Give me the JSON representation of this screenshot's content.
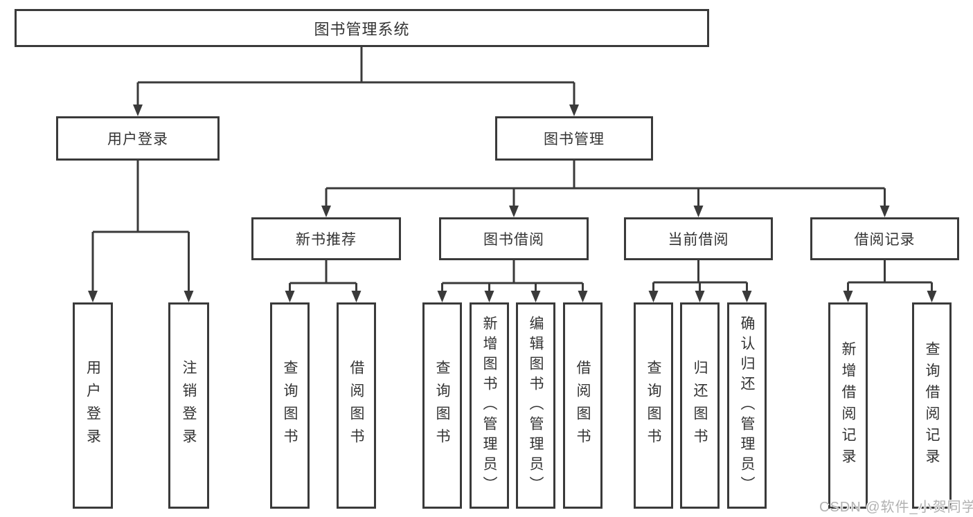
{
  "tree": {
    "root": {
      "label": "图书管理系统"
    },
    "level2": [
      {
        "label": "用户登录",
        "children": [
          {
            "label": "用户登录"
          },
          {
            "label": "注销登录"
          }
        ]
      },
      {
        "label": "图书管理",
        "children": [
          {
            "label": "新书推荐",
            "children": [
              {
                "label": "查询图书"
              },
              {
                "label": "借阅图书"
              }
            ]
          },
          {
            "label": "图书借阅",
            "children": [
              {
                "label": "查询图书"
              },
              {
                "label": "新增图书（管理员）"
              },
              {
                "label": "编辑图书（管理员）"
              },
              {
                "label": "借阅图书"
              }
            ]
          },
          {
            "label": "当前借阅",
            "children": [
              {
                "label": "查询图书"
              },
              {
                "label": "归还图书"
              },
              {
                "label": "确认归还（管理员）"
              }
            ]
          },
          {
            "label": "借阅记录",
            "children": [
              {
                "label": "新增借阅记录"
              },
              {
                "label": "查询借阅记录"
              }
            ]
          }
        ]
      }
    ]
  },
  "watermark": {
    "label": "CSDN @软件_小贺同学",
    "color": "#b2b2b2"
  },
  "colors": {
    "line": "#3a3a3a",
    "text": "#333333",
    "background": "#ffffff"
  }
}
